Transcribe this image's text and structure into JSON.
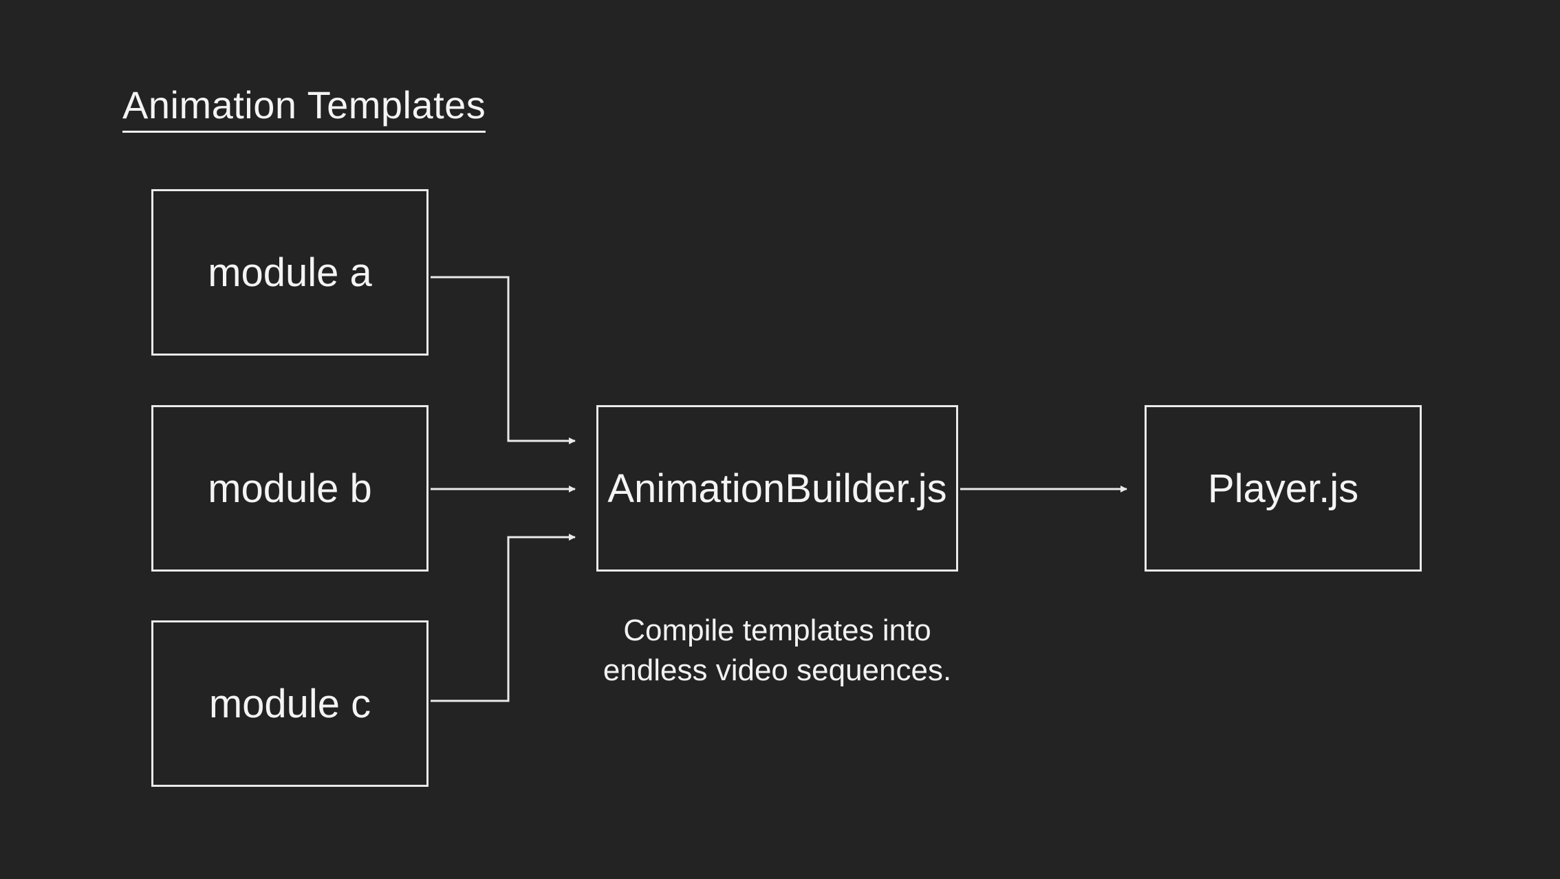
{
  "title": "Animation Templates",
  "nodes": {
    "module_a": "module a",
    "module_b": "module b",
    "module_c": "module c",
    "builder": "AnimationBuilder.js",
    "player": "Player.js"
  },
  "caption": {
    "line1": "Compile templates into",
    "line2": "endless video sequences."
  },
  "edges": [
    {
      "from": "module a",
      "to": "AnimationBuilder.js"
    },
    {
      "from": "module b",
      "to": "AnimationBuilder.js"
    },
    {
      "from": "module c",
      "to": "AnimationBuilder.js"
    },
    {
      "from": "AnimationBuilder.js",
      "to": "Player.js"
    }
  ],
  "colors": {
    "background": "#232323",
    "stroke": "#eaeaea",
    "text": "#f4f4f4"
  }
}
